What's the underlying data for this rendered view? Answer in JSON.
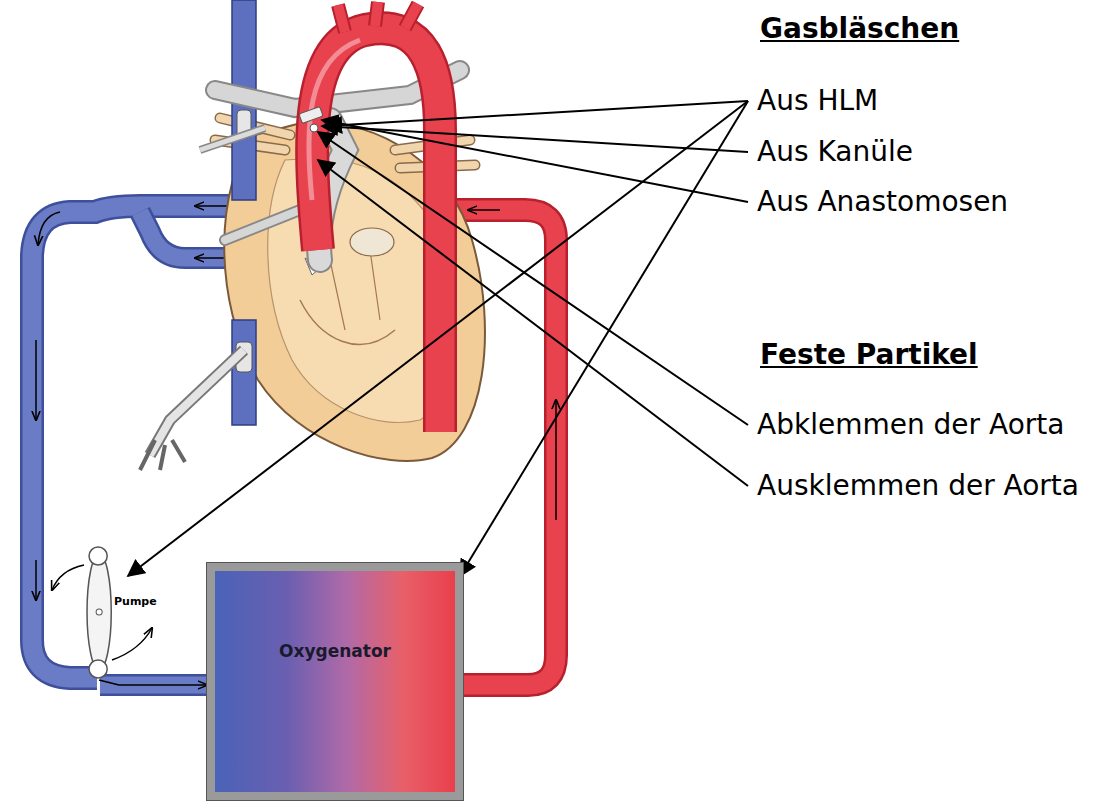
{
  "diagram": {
    "nodes": [
      {
        "text": [
          "Pumpe"
        ]
      },
      {
        "text": [
          "Oxygenator"
        ]
      }
    ],
    "edges": [
      {
        "from": 0,
        "to": 1,
        "arrow": "to"
      }
    ],
    "labels": [
      "Gasbläschen",
      "Aus HLM",
      "Aus Kanüle",
      "Aus Anastomosen",
      "Feste Partikel",
      "Abklemmen der Aorta",
      "Ausklemmen der Aorta"
    ]
  }
}
